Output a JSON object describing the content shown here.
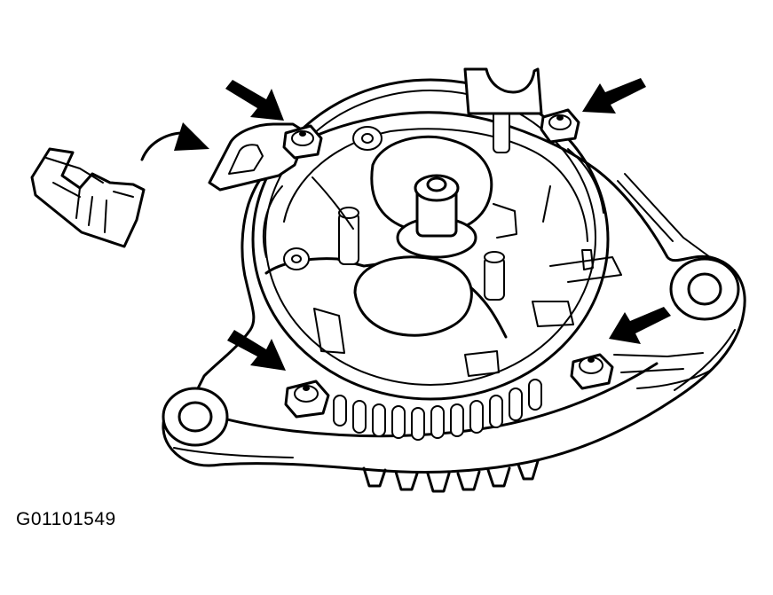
{
  "figure": {
    "id_label": "G01101549",
    "colors": {
      "line": "#000000",
      "background": "#ffffff"
    },
    "callouts": [
      "arrow-top-left",
      "arrow-top-right",
      "arrow-bottom-left",
      "arrow-bottom-right",
      "curved-arrow-connector"
    ]
  }
}
